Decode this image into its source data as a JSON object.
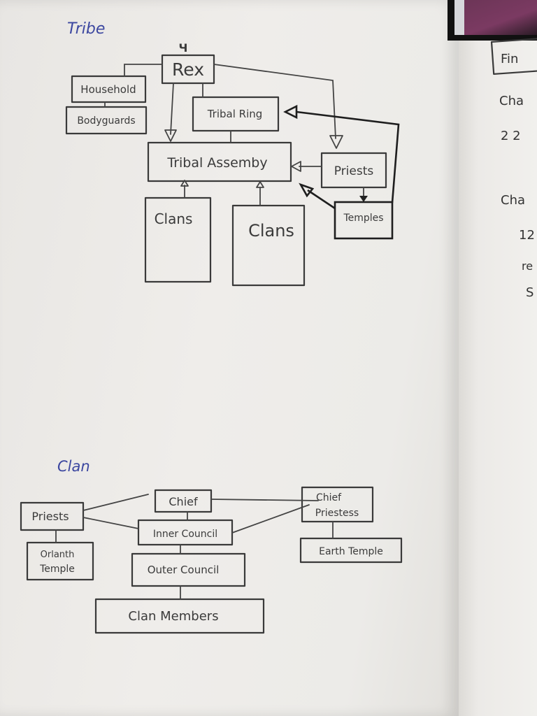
{
  "tribe": {
    "heading": "Tribe",
    "rex_mark": "Ч",
    "nodes": {
      "rex": "Rex",
      "household": "Household",
      "bodyguards": "Bodyguards",
      "tribal_ring": "Tribal Ring",
      "tribal_assembly": "Tribal Assemby",
      "priests": "Priests",
      "temples": "Temples",
      "clans_1": "Clans",
      "clans_2": "Clans"
    }
  },
  "clan": {
    "heading": "Clan",
    "nodes": {
      "priests": "Priests",
      "orlanth_temple_line1": "Orlanth",
      "orlanth_temple_line2": "Temple",
      "chief": "Chief",
      "inner_council": "Inner Council",
      "outer_council": "Outer Council",
      "clan_members": "Clan Members",
      "chief_priestess_line1": "Chief",
      "chief_priestess_line2": "Priestess",
      "earth_temple": "Earth Temple"
    }
  },
  "right_page": {
    "lines": [
      "Fin",
      "Cha",
      "2 2",
      "Cha",
      "12",
      "re",
      "S"
    ]
  },
  "colors": {
    "ink": "#3a3a3a",
    "blue_ink": "#3c47a0",
    "paper": "#ecebe8"
  }
}
